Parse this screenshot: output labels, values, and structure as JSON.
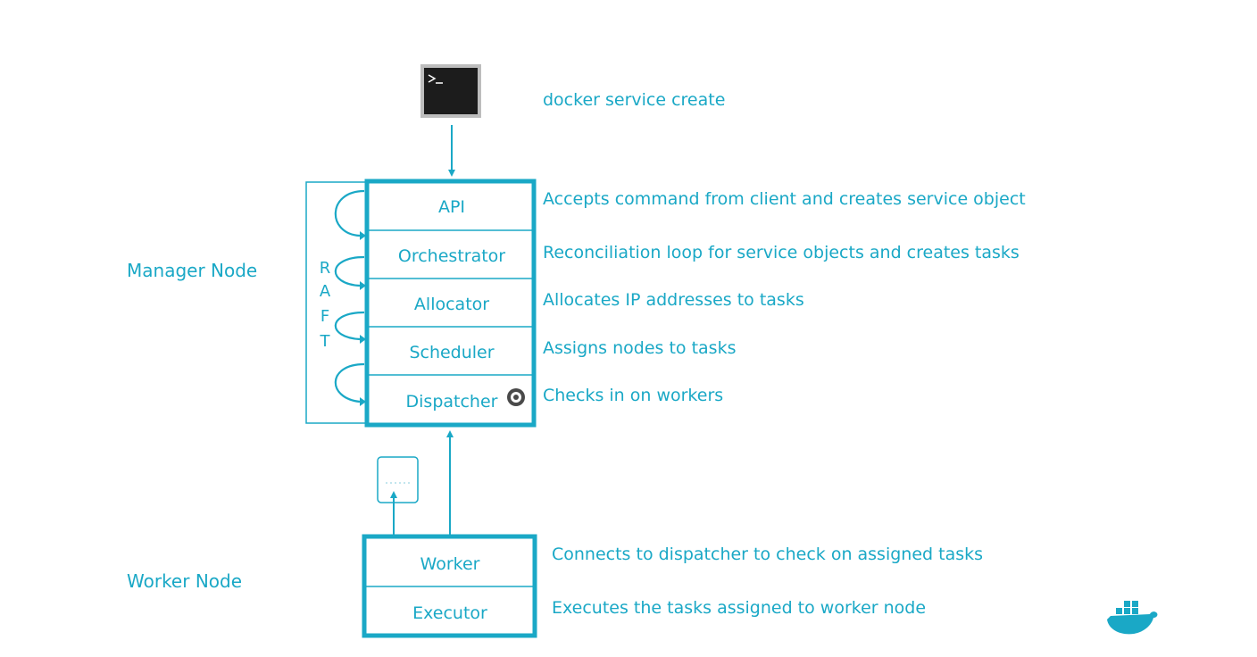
{
  "command": {
    "text": "docker service create"
  },
  "nodes": {
    "manager_label": "Manager Node",
    "worker_label": "Worker Node"
  },
  "raft": [
    "R",
    "A",
    "F",
    "T"
  ],
  "manager_components": [
    {
      "name": "API",
      "description": "Accepts command from client and creates service object"
    },
    {
      "name": "Orchestrator",
      "description": "Reconciliation loop for service objects and creates tasks"
    },
    {
      "name": "Allocator",
      "description": "Allocates IP addresses to tasks"
    },
    {
      "name": "Scheduler",
      "description": "Assigns nodes to tasks"
    },
    {
      "name": "Dispatcher",
      "description": "Checks in on workers"
    }
  ],
  "worker_components": [
    {
      "name": "Worker",
      "description": "Connects to dispatcher to check on assigned tasks"
    },
    {
      "name": "Executor",
      "description": "Executes the tasks assigned to worker node"
    }
  ],
  "icons": {
    "terminal": "terminal-icon",
    "task": "task-card-icon",
    "dispatcher": "dispatcher-badge-icon",
    "logo": "docker-whale-icon"
  },
  "colors": {
    "accent": "#1aa8c6",
    "terminal": "#1c1c1c"
  }
}
